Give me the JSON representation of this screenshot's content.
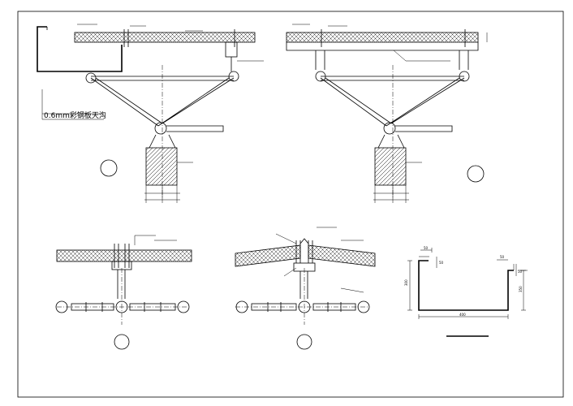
{
  "drawing": {
    "annotation_note": "0.6mm彩钢板天沟",
    "detail_circles": [
      "",
      "",
      "",
      ""
    ],
    "gutter_dimensions": {
      "width": "400",
      "left_height": "300",
      "right_height": "350",
      "lip_top": "50",
      "lip_side": "50",
      "lip_top_right": "50",
      "lip_side_right": "50"
    }
  },
  "colors": {
    "line": "#000000",
    "background": "#ffffff"
  }
}
